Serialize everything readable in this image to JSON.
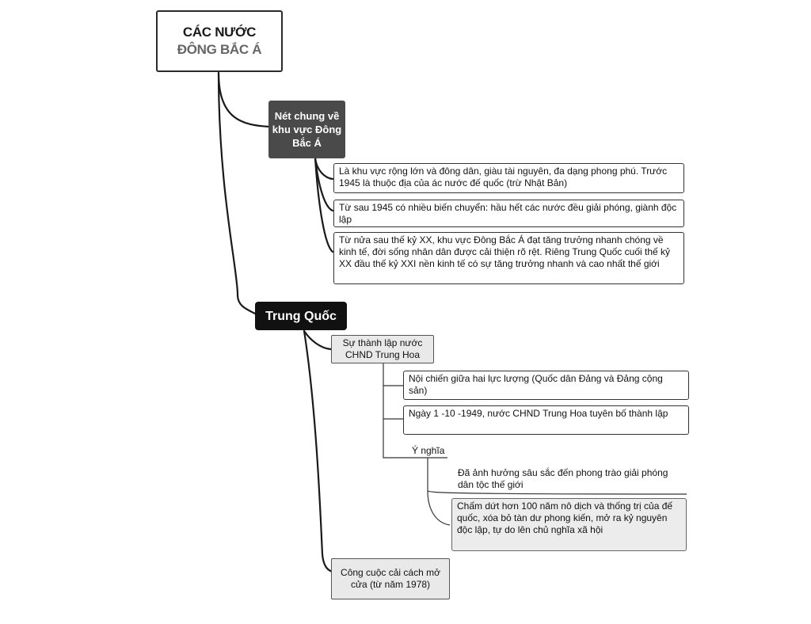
{
  "root": {
    "line1": "CÁC NƯỚC",
    "line2": "ĐÔNG BẮC Á"
  },
  "common": {
    "title": "Nét chung về khu vực Đông Bắc Á",
    "items": [
      "Là khu vực rộng lớn và đông dân, giàu tài nguyên, đa dạng phong phú. Trước 1945 là thuộc địa của ác nước đế quốc (trừ Nhật Bản)",
      "Từ sau 1945 có nhiều biến chuyển: hầu hết các nước đều giải phóng, giành độc lập",
      "Từ nửa sau thế kỷ XX, khu vực Đông Bắc Á đạt tăng trưởng nhanh chóng về kinh tế, đời sống nhân dân được cải thiện rõ rệt. Riêng Trung Quốc cuối thế kỷ XX đầu thế kỷ XXI nền kinh tế có sự tăng trưởng nhanh và cao nhất thế giới"
    ]
  },
  "china": {
    "title": "Trung Quốc",
    "founding": {
      "title": "Sự thành lập nước CHND Trung Hoa",
      "items": [
        "Nội chiến giữa hai lực lượng (Quốc dân Đảng và Đảng cộng sản)",
        "Ngày 1 -10 -1949, nước CHND Trung Hoa tuyên bố thành lập"
      ],
      "meaning": {
        "title": "Ý nghĩa",
        "items": [
          "Đã ảnh hưởng sâu sắc đến phong trào giải phóng dân tộc thế giới",
          "Chấm dứt hơn 100 năm nô dịch và thống trị của đế quốc, xóa bỏ tàn dư phong kiến, mở ra kỷ nguyên độc lập, tự do lên chủ nghĩa xã hội"
        ]
      }
    },
    "reform": {
      "title": "Công cuộc cải cách mở cửa (từ năm 1978)"
    }
  }
}
